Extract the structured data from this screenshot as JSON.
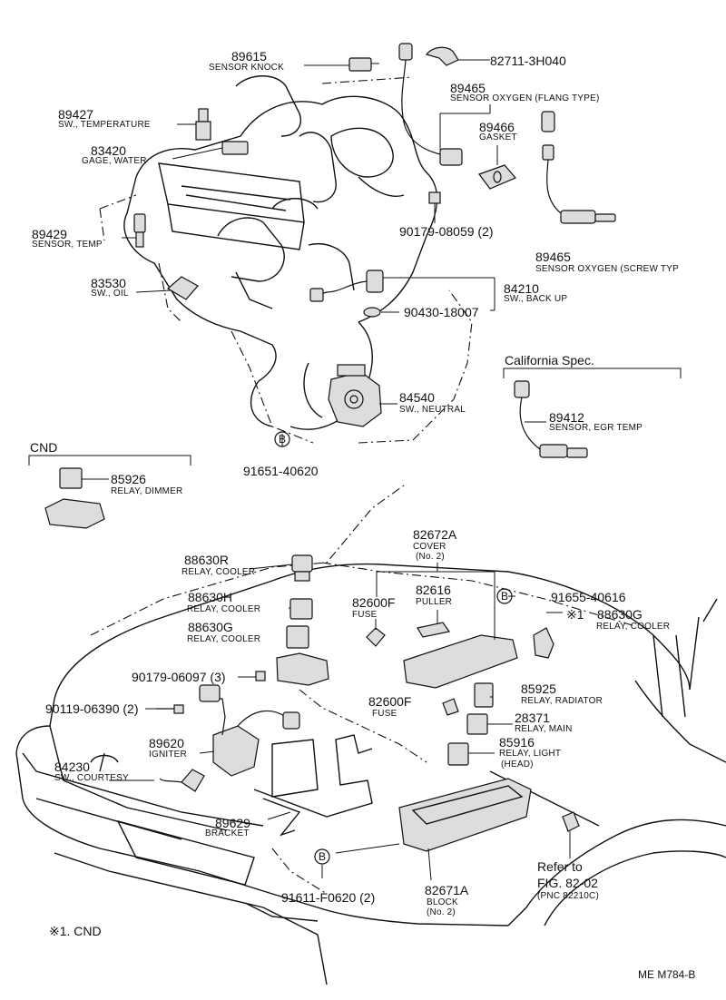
{
  "parts": {
    "p89615": {
      "number": "89615",
      "name": "SENSOR KNOCK"
    },
    "p82711": {
      "number": "82711-3H040"
    },
    "p89427": {
      "number": "89427",
      "name": "SW., TEMPERATURE"
    },
    "p89465a": {
      "number": "89465",
      "name": "SENSOR OXYGEN (FLANG TYPE)"
    },
    "p89466": {
      "number": "89466",
      "name": "GASKET"
    },
    "p83420": {
      "number": "83420",
      "name": "GAGE, WATER"
    },
    "p90179_08059": {
      "number": "90179-08059 (2)"
    },
    "p89429": {
      "number": "89429",
      "name": "SENSOR, TEMP"
    },
    "p89465b": {
      "number": "89465",
      "name": "SENSOR OXYGEN (SCREW TYP"
    },
    "p83530": {
      "number": "83530",
      "name": "SW., OIL"
    },
    "p84210": {
      "number": "84210",
      "name": "SW., BACK UP"
    },
    "p90430": {
      "number": "90430-18007"
    },
    "p84540": {
      "number": "84540",
      "name": "SW., NEUTRAL"
    },
    "p91651": {
      "number": "91651-40620"
    },
    "p89412": {
      "number": "89412",
      "name": "SENSOR, EGR TEMP"
    },
    "p85926": {
      "number": "85926",
      "name": "RELAY, DIMMER"
    },
    "p82672A": {
      "number": "82672A",
      "name": "COVER",
      "sub": "(No. 2)"
    },
    "p88630R": {
      "number": "88630R",
      "name": "RELAY, COOLER"
    },
    "p82616": {
      "number": "82616",
      "name": "PULLER"
    },
    "p82600F_a": {
      "number": "82600F",
      "name": "FUSE"
    },
    "p91655": {
      "number": "91655-40616"
    },
    "p88630H": {
      "number": "88630H",
      "name": "RELAY, COOLER"
    },
    "p88630G_b": {
      "number": "88630G",
      "name": "RELAY, COOLER"
    },
    "p88630G_a": {
      "number": "88630G",
      "name": "RELAY, COOLER"
    },
    "p90179_06097": {
      "number": "90179-06097 (3)"
    },
    "p82600F_b": {
      "number": "82600F",
      "name": "FUSE"
    },
    "p85925": {
      "number": "85925",
      "name": "RELAY, RADIATOR"
    },
    "p90119": {
      "number": "90119-06390 (2)"
    },
    "p28371": {
      "number": "28371",
      "name": "RELAY, MAIN"
    },
    "p89620": {
      "number": "89620",
      "name": "IGNITER"
    },
    "p85916": {
      "number": "85916",
      "name": "RELAY, LIGHT",
      "sub": "(HEAD)"
    },
    "p84230": {
      "number": "84230",
      "name": "SW., COURTESY"
    },
    "p89629": {
      "number": "89629",
      "name": "BRACKET"
    },
    "p91611": {
      "number": "91611-F0620 (2)"
    },
    "p82671A": {
      "number": "82671A",
      "name": "BLOCK",
      "sub": "(No. 2)"
    }
  },
  "markers": {
    "b": "B",
    "note_mark": "※1"
  },
  "sections": {
    "california": "California Spec.",
    "cnd": "CND",
    "footnote": "※1. CND"
  },
  "refer": {
    "line1": "Refer to",
    "line2": "FIG. 82-02",
    "line3": "(PNC 82210C)"
  },
  "figure_code": "ME  M784-B"
}
